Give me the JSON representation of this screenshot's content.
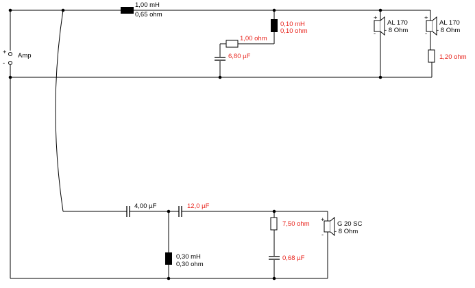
{
  "colors": {
    "wire": "#000000",
    "component": "#000000",
    "highlight": "#e8231c"
  },
  "amp": {
    "label": "Amp",
    "plus": "+",
    "minus": "-"
  },
  "woofer_section": {
    "series_inductor": {
      "value": "1,00 mH",
      "resistance": "0,65 ohm"
    },
    "notch_inductor": {
      "value": "0,10 mH",
      "resistance": "0,10 ohm"
    },
    "notch_resistor": {
      "value": "1,00 ohm"
    },
    "notch_capacitor": {
      "value": "6,80 µF"
    },
    "driver_1": {
      "name": "AL 170",
      "impedance": "- 8 Ohm",
      "plus": "+",
      "minus": "-"
    },
    "driver_2": {
      "name": "AL 170",
      "impedance": "- 8 Ohm",
      "plus": "+",
      "minus": "-"
    },
    "series_resistor": {
      "value": "1,20 ohm"
    }
  },
  "tweeter_section": {
    "capacitor_1": {
      "value": "4,00 µF"
    },
    "capacitor_2": {
      "value": "12,0 µF"
    },
    "shunt_inductor": {
      "value": "0,30 mH",
      "resistance": "0,30 ohm"
    },
    "parallel_resistor": {
      "value": "7,50 ohm"
    },
    "parallel_capacitor": {
      "value": "0,68 µF"
    },
    "driver": {
      "name": "G 20 SC",
      "impedance": "- 8 Ohm",
      "plus": "+",
      "minus": "-"
    }
  }
}
